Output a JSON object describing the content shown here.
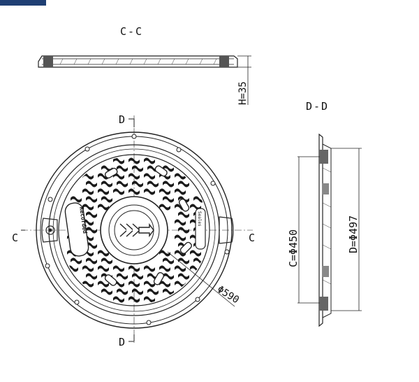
{
  "header": {
    "accent_color": "#1f3f73"
  },
  "section_cc": {
    "title": "C-C",
    "height_dim": "H=35"
  },
  "section_dd": {
    "title": "D-D",
    "c_dim": "C=Φ450",
    "d_dim": "D=Φ497"
  },
  "plan_view": {
    "cut_marker_top": "D",
    "cut_marker_bottom": "D",
    "cut_marker_left": "C",
    "cut_marker_right": "C",
    "outer_diameter": "Φ590",
    "rim_text_left": "Recorded",
    "rim_text_right": "Seales"
  }
}
